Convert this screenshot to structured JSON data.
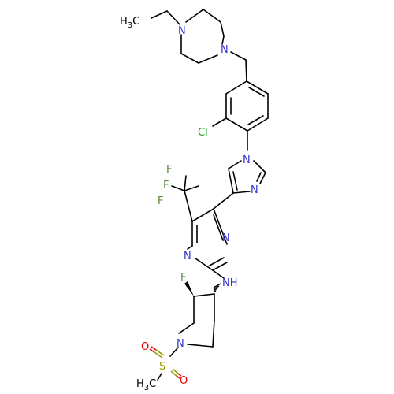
{
  "labels": {
    "ethyl_ch3": "H3C",
    "ethyl_ch3_main": "H",
    "ethyl_ch3_sub": "3",
    "ethyl_ch3_tail": "C",
    "pip1_n_top": "N",
    "pip1_n_bottom": "N",
    "chloro": "Cl",
    "imid_n1": "N",
    "imid_n3": "N",
    "cf3_f_left": "F",
    "cf3_f_top": "F",
    "cf3_f_bottom": "F",
    "pyr_n3": "N",
    "pyr_n1": "N",
    "amine": "NH",
    "ring_f": "F",
    "pip2_n": "N",
    "sulfur": "S",
    "oxygen_top": "O",
    "oxygen_bottom": "O",
    "mesyl_ch3_main": "H",
    "mesyl_ch3_sub": "3",
    "mesyl_ch3_tail": "C"
  },
  "colors": {
    "carbon": "#000000",
    "nitrogen": "#3333cc",
    "chlorine": "#1a9e1a",
    "fluorine": "#2e8b57",
    "fluorine_label": "#558a3a",
    "sulfur": "#999900",
    "oxygen": "#e00000"
  }
}
